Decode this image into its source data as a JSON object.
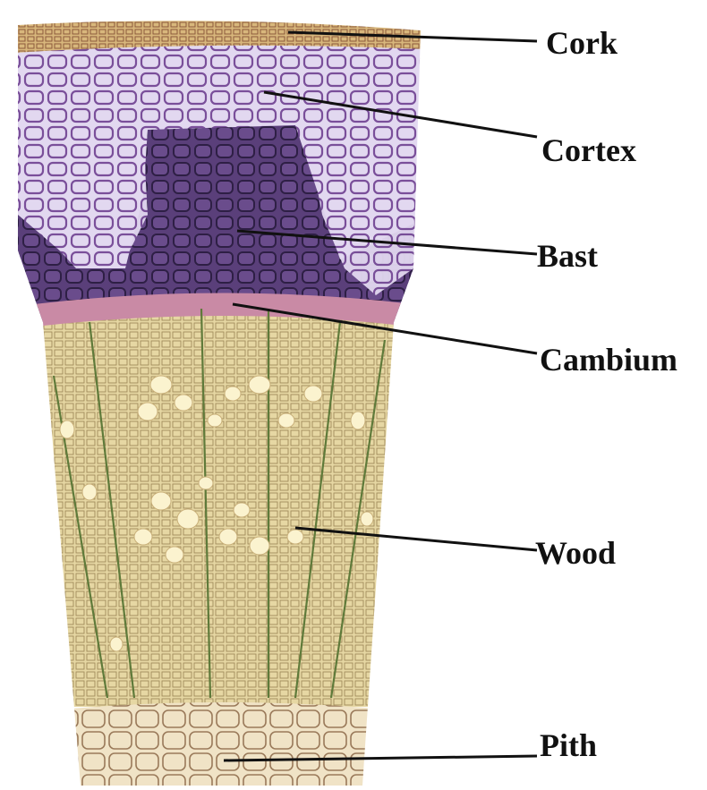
{
  "diagram": {
    "labels": {
      "cork": "Cork",
      "cortex": "Cortex",
      "bast": "Bast",
      "cambium": "Cambium",
      "wood": "Wood",
      "pith": "Pith"
    },
    "colors": {
      "cork": "#d8b77c",
      "cork_cells": "#8b5a3c",
      "cortex": "#e2d8f0",
      "cortex_cells": "#7a4f9a",
      "bast": "#5a3f7a",
      "bast_cells": "#2e1f45",
      "cambium": "#c98aa5",
      "wood": "#e6d7a3",
      "wood_rays": "#5f7a3a",
      "vessels": "#fbf3cf",
      "pith": "#f0e3c6",
      "pith_cells": "#9a7a5a",
      "leader": "#111111"
    }
  }
}
